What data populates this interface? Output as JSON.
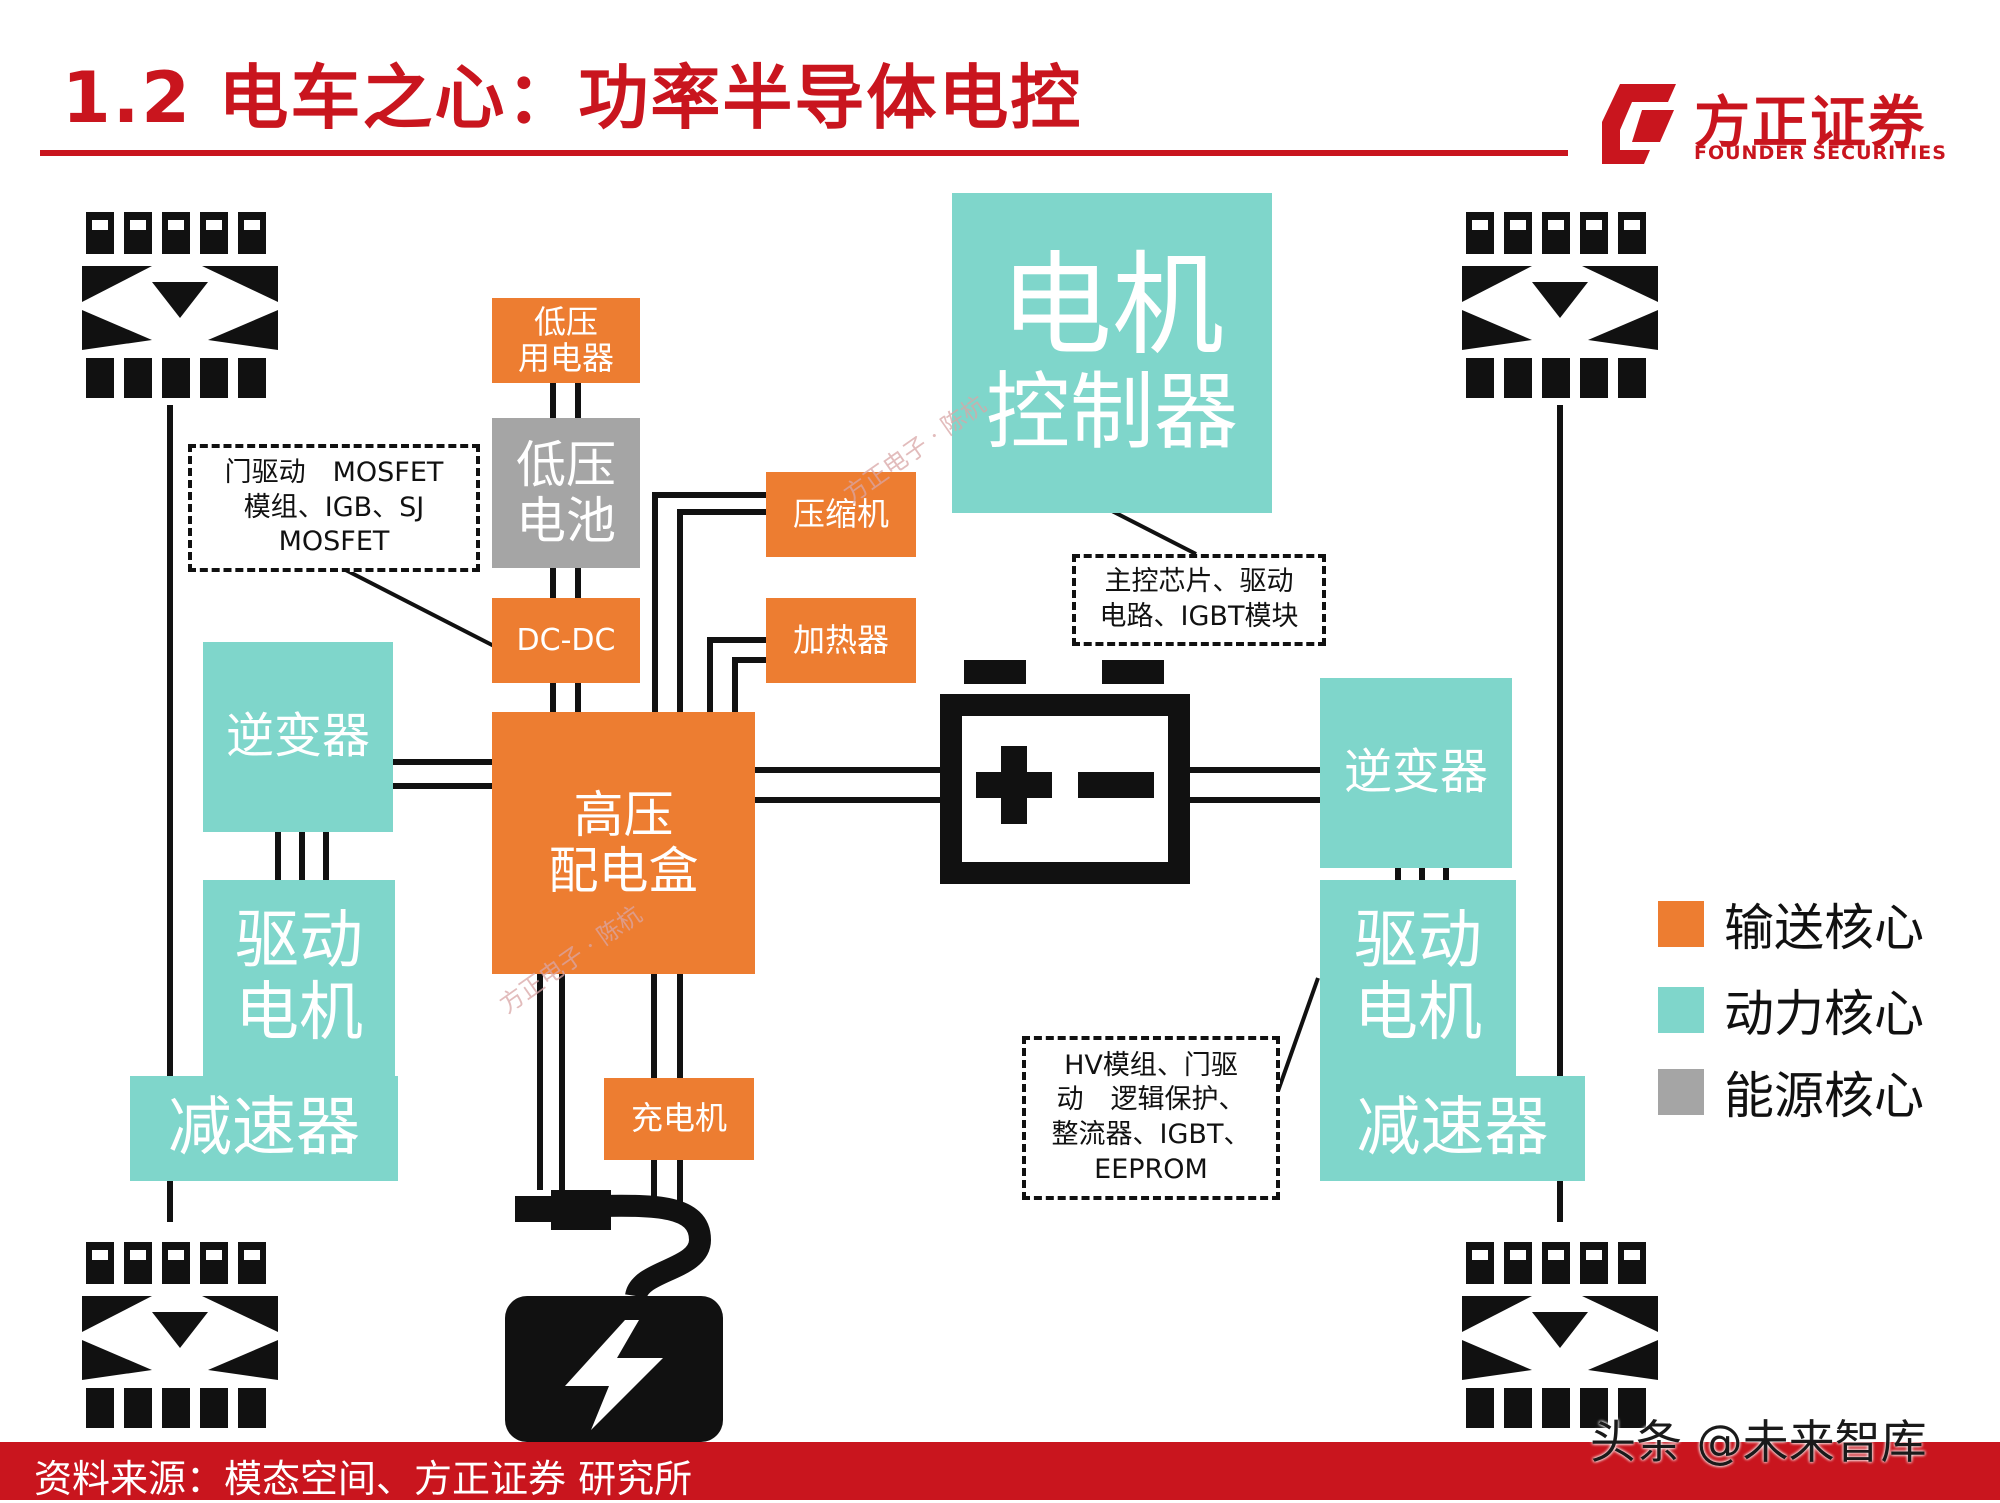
{
  "title": "1.2 电车之心：功率半导体电控",
  "logo": {
    "cn": "方正证券",
    "en": "FOUNDER SECURITIES"
  },
  "boxes": {
    "low_voltage_appliance": "低压\n用电器",
    "low_voltage_battery": "低压\n电池",
    "dcdc": "DC-DC",
    "compressor": "压缩机",
    "heater": "加热器",
    "hv_box": "高压\n配电盒",
    "charger": "充电机",
    "motor_controller_top": "电机",
    "motor_controller_bottom": "控制器",
    "inverter_left": "逆变器",
    "motor_left": "驱动\n电机",
    "reducer_left": "减速器",
    "inverter_right": "逆变器",
    "motor_right": "驱动\n电机",
    "reducer_right": "减速器"
  },
  "callouts": {
    "left": "门驱动　MOSFET\n模组、IGB、SJ\nMOSFET",
    "controller": "主控芯片、驱动\n电路、IGBT模块",
    "right": "HV模组、门驱\n动　逻辑保护、\n整流器、IGBT、\nEEPROM"
  },
  "legend": [
    {
      "label": "输送核心",
      "color": "#ed7d31"
    },
    {
      "label": "动力核心",
      "color": "#7fd6cb"
    },
    {
      "label": "能源核心",
      "color": "#a5a5a5"
    }
  ],
  "icons": [
    "tire-icon",
    "battery-icon",
    "charging-station-icon"
  ],
  "footer": "资料来源：模态空间、方正证券 研究所",
  "watermark": "头条 @未来智库",
  "diagonal_watermarks": [
    "方正电子 · 陈杭",
    "方正电子 · 陈杭"
  ]
}
